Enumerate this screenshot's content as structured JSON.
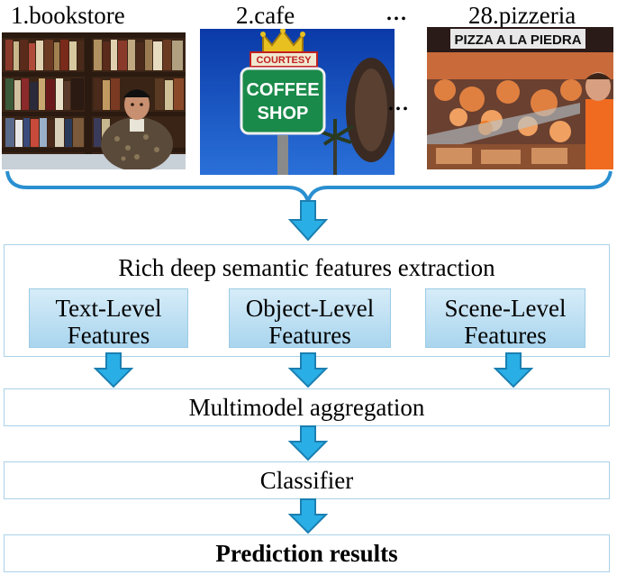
{
  "scenes": [
    {
      "label": "1.bookstore",
      "icon": "bookstore-photo"
    },
    {
      "label": "2.cafe",
      "icon": "cafe-photo"
    },
    {
      "label": "28.pizzeria",
      "icon": "pizzeria-photo"
    }
  ],
  "ellipsis_top": "...",
  "ellipsis_mid": "...",
  "cafe_sign": {
    "top": "COURTESY",
    "line1": "COFFEE",
    "line2": "SHOP"
  },
  "pizza_sign": "PIZZA A LA PIEDRA",
  "extraction": {
    "title": "Rich deep semantic features extraction",
    "features": [
      {
        "line1": "Text-Level",
        "line2": "Features"
      },
      {
        "line1": "Object-Level",
        "line2": "Features"
      },
      {
        "line1": "Scene-Level",
        "line2": "Features"
      }
    ]
  },
  "aggregation": "Multimodel aggregation",
  "classifier": "Classifier",
  "prediction": "Prediction results",
  "colors": {
    "arrow_fill": "#2aaee6",
    "arrow_stroke": "#1b7fb0",
    "box_border": "#a9d2e8",
    "brace": "#2a8fd0"
  }
}
